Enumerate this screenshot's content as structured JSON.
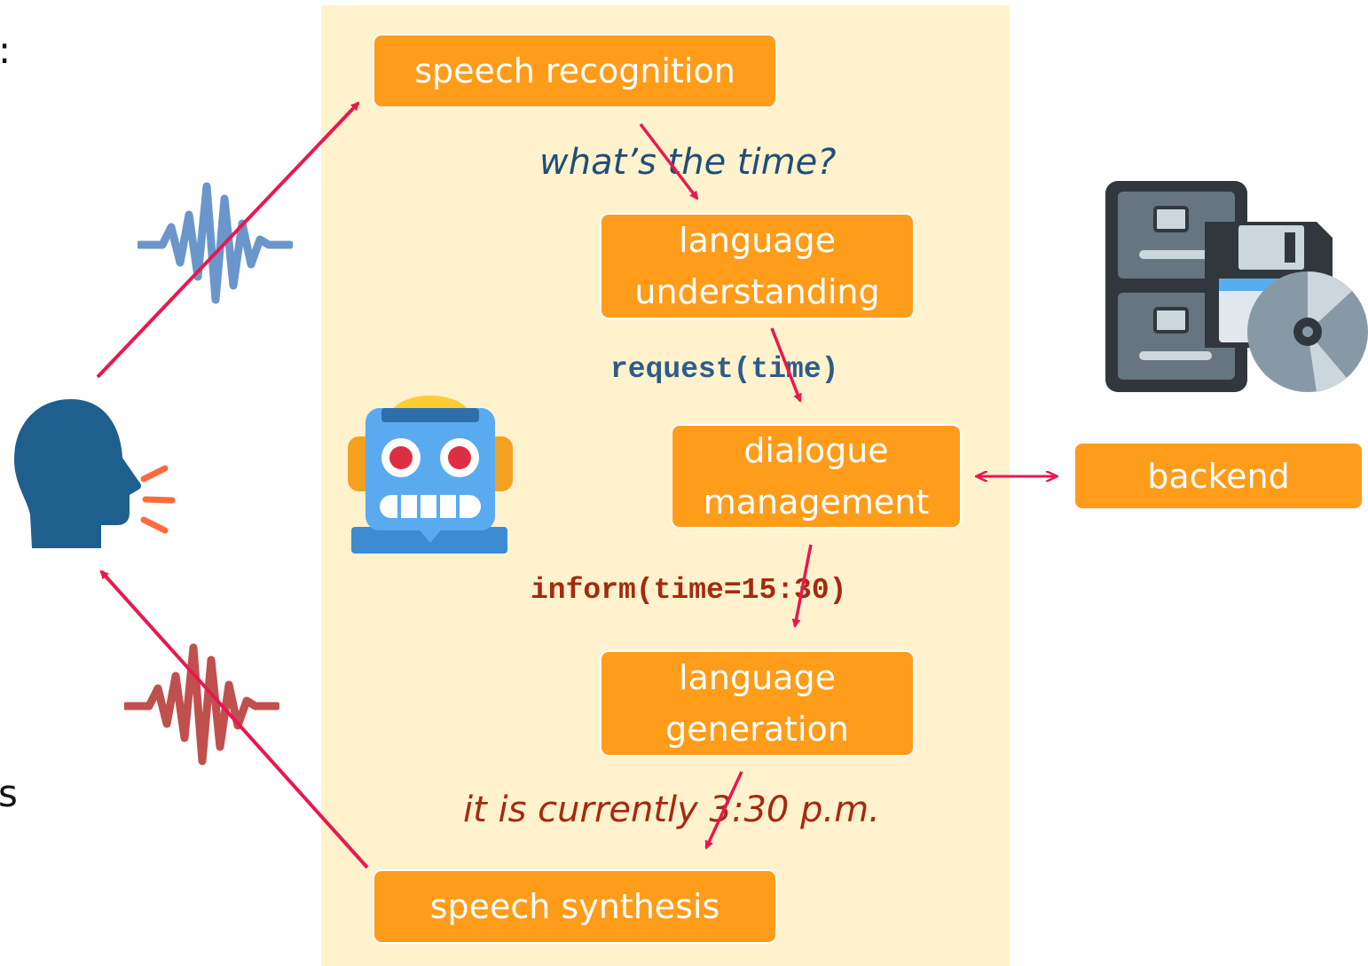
{
  "colors": {
    "panel": "#fff2cc",
    "box": "#ff9c1a",
    "box_text": "#ffffff",
    "arrow": "#e8184f",
    "user_utterance": "#1f4e79",
    "semantic_request": "#2e5c8a",
    "semantic_inform": "#a52a0f",
    "system_utterance": "#a52a0f",
    "wave_in": "#6a96cc",
    "wave_out": "#c0504d"
  },
  "boxes": {
    "speech_recognition": "speech recognition",
    "language_understanding": "language\nunderstanding",
    "dialogue_management": "dialogue\nmanagement",
    "language_generation": "language\ngeneration",
    "speech_synthesis": "speech synthesis",
    "backend": "backend"
  },
  "labels": {
    "user_utterance": "what’s the time?",
    "request_act": "request(time)",
    "inform_act": "inform(time=15:30)",
    "system_utterance": "it is currently 3:30 p.m."
  },
  "clipped_text": {
    "top_left": ":",
    "bottom_left": "s"
  },
  "icons": {
    "user": "speaking-head-icon",
    "robot": "robot-face-icon",
    "database": "file-cabinet-with-floppy-and-disc-icon",
    "wave_in": "sound-wave-icon",
    "wave_out": "sound-wave-icon"
  }
}
